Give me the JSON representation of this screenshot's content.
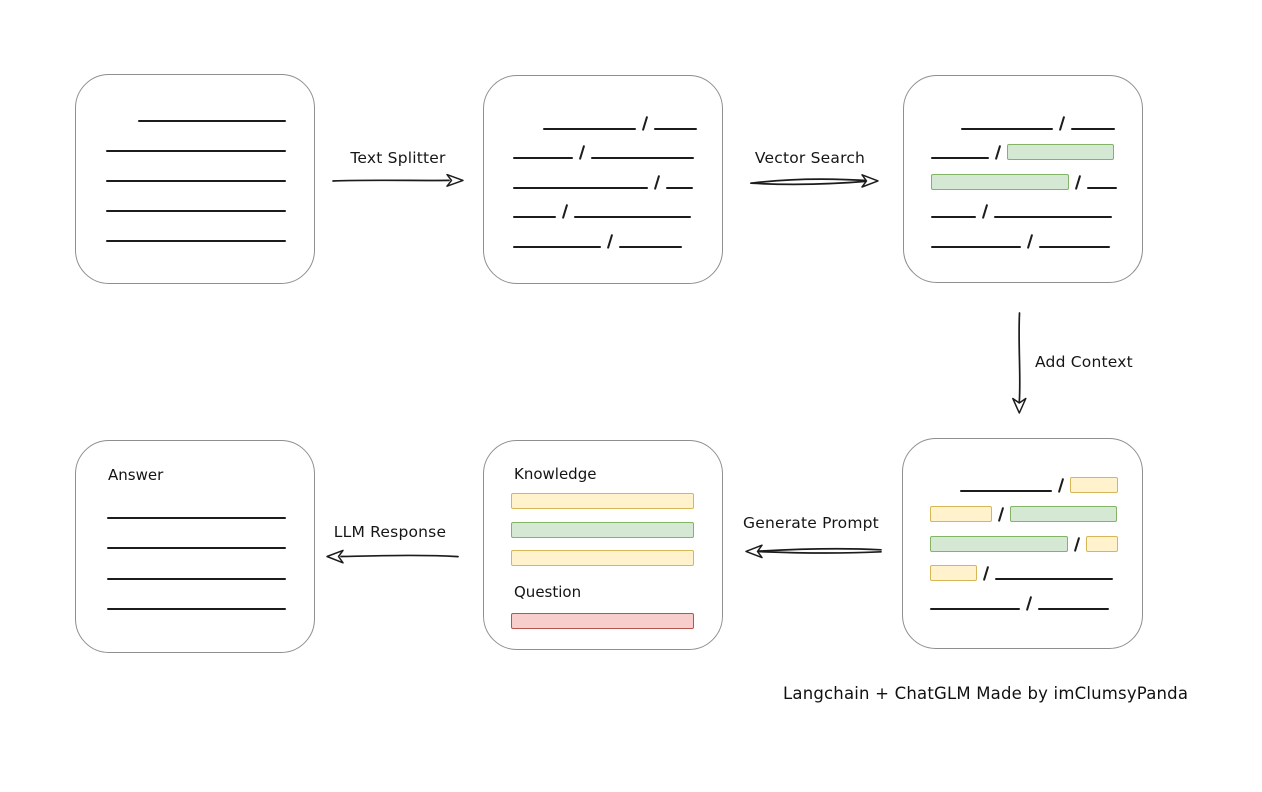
{
  "caption": {
    "text": "Langchain + ChatGLM Made by imClumsyPanda"
  },
  "colors": {
    "ink": "#1c1c1c",
    "box_border": "#8f8f8f",
    "green_fill": "#d5e8d4",
    "green_border": "#82b366",
    "yellow_fill": "#fff2cc",
    "yellow_border": "#d6b656",
    "red_fill": "#f8cecc",
    "red_border": "#b85450"
  },
  "arrows": {
    "text_splitter": {
      "label": "Text Splitter",
      "direction": "right"
    },
    "vector_search": {
      "label": "Vector Search",
      "direction": "right"
    },
    "add_context": {
      "label": "Add Context",
      "direction": "down"
    },
    "generate_prompt": {
      "label": "Generate Prompt",
      "direction": "left"
    },
    "llm_response": {
      "label": "LLM Response",
      "direction": "left"
    }
  },
  "boxes": {
    "document": {
      "rows": [
        [
          {
            "t": "line",
            "w": 148,
            "indent": 32
          }
        ],
        [
          {
            "t": "line",
            "w": 180
          }
        ],
        [
          {
            "t": "line",
            "w": 180
          }
        ],
        [
          {
            "t": "line",
            "w": 180
          }
        ],
        [
          {
            "t": "line",
            "w": 180
          }
        ]
      ]
    },
    "chunks": {
      "rows": [
        [
          {
            "t": "line",
            "w": 93,
            "indent": 30
          },
          {
            "t": "slash"
          },
          {
            "t": "line",
            "w": 43
          }
        ],
        [
          {
            "t": "line",
            "w": 60
          },
          {
            "t": "slash"
          },
          {
            "t": "line",
            "w": 103
          }
        ],
        [
          {
            "t": "line",
            "w": 135
          },
          {
            "t": "slash"
          },
          {
            "t": "line",
            "w": 27
          }
        ],
        [
          {
            "t": "line",
            "w": 43
          },
          {
            "t": "slash"
          },
          {
            "t": "line",
            "w": 117
          }
        ],
        [
          {
            "t": "line",
            "w": 88
          },
          {
            "t": "slash"
          },
          {
            "t": "line",
            "w": 63
          }
        ]
      ]
    },
    "matched_chunks": {
      "rows": [
        [
          {
            "t": "line",
            "w": 92,
            "indent": 30
          },
          {
            "t": "slash"
          },
          {
            "t": "line",
            "w": 44
          }
        ],
        [
          {
            "t": "line",
            "w": 58
          },
          {
            "t": "slash"
          },
          {
            "t": "chip",
            "c": "green",
            "w": 107
          }
        ],
        [
          {
            "t": "chip",
            "c": "green",
            "w": 138
          },
          {
            "t": "slash"
          },
          {
            "t": "line",
            "w": 30
          }
        ],
        [
          {
            "t": "line",
            "w": 45
          },
          {
            "t": "slash"
          },
          {
            "t": "line",
            "w": 118
          }
        ],
        [
          {
            "t": "line",
            "w": 90
          },
          {
            "t": "slash"
          },
          {
            "t": "line",
            "w": 71
          }
        ]
      ]
    },
    "context_chunks": {
      "rows": [
        [
          {
            "t": "line",
            "w": 92,
            "indent": 30
          },
          {
            "t": "slash"
          },
          {
            "t": "chip",
            "c": "yellow",
            "w": 48
          }
        ],
        [
          {
            "t": "chip",
            "c": "yellow",
            "w": 62
          },
          {
            "t": "slash"
          },
          {
            "t": "chip",
            "c": "green",
            "w": 107
          }
        ],
        [
          {
            "t": "chip",
            "c": "green",
            "w": 138
          },
          {
            "t": "slash"
          },
          {
            "t": "chip",
            "c": "yellow",
            "w": 32
          }
        ],
        [
          {
            "t": "chip",
            "c": "yellow",
            "w": 47
          },
          {
            "t": "slash"
          },
          {
            "t": "line",
            "w": 118
          }
        ],
        [
          {
            "t": "line",
            "w": 90
          },
          {
            "t": "slash"
          },
          {
            "t": "line",
            "w": 71
          }
        ]
      ]
    },
    "prompt": {
      "knowledge_label": "Knowledge",
      "question_label": "Question",
      "knowledge_bars": [
        "yellow",
        "green",
        "yellow"
      ],
      "question_bars": [
        "red"
      ]
    },
    "answer": {
      "label": "Answer",
      "rows": [
        [
          {
            "t": "line",
            "w": 179
          }
        ],
        [
          {
            "t": "line",
            "w": 179
          }
        ],
        [
          {
            "t": "line",
            "w": 179
          }
        ],
        [
          {
            "t": "line",
            "w": 179
          }
        ]
      ]
    }
  }
}
